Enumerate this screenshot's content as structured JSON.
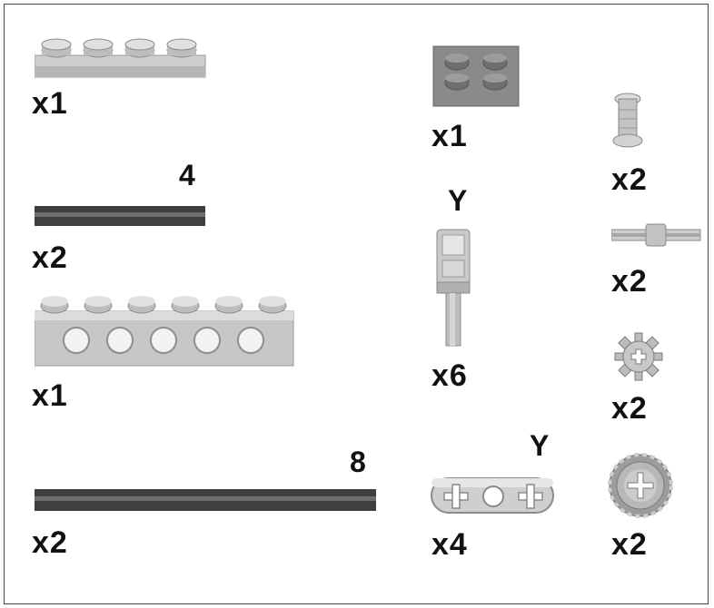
{
  "parts": {
    "plate_1x4": {
      "icon": "plate-1x4-icon",
      "qty": "x1"
    },
    "axle_4": {
      "icon": "axle-4-icon",
      "length": "4",
      "qty": "x2"
    },
    "brick_1x6": {
      "icon": "technic-brick-1x6-icon",
      "qty": "x1"
    },
    "axle_8": {
      "icon": "axle-8-icon",
      "length": "8",
      "qty": "x2"
    },
    "plate_2x2": {
      "icon": "plate-2x2-icon",
      "qty": "x1"
    },
    "connector": {
      "icon": "axle-connector-icon",
      "color_label": "Y",
      "qty": "x6"
    },
    "beam_3": {
      "icon": "liftarm-3-icon",
      "color_label": "Y",
      "qty": "x4"
    },
    "bush": {
      "icon": "bush-icon",
      "qty": "x2"
    },
    "axle_short": {
      "icon": "short-axle-icon",
      "qty": "x2"
    },
    "gear_8": {
      "icon": "gear-8-tooth-icon",
      "qty": "x2"
    },
    "gear_24": {
      "icon": "gear-24-tooth-icon",
      "qty": "x2"
    }
  },
  "colors": {
    "light_gray": "#cfcfcf",
    "mid_gray": "#9a9a9a",
    "dark_gray": "#555555",
    "axle_dark": "#3a3a3a"
  }
}
